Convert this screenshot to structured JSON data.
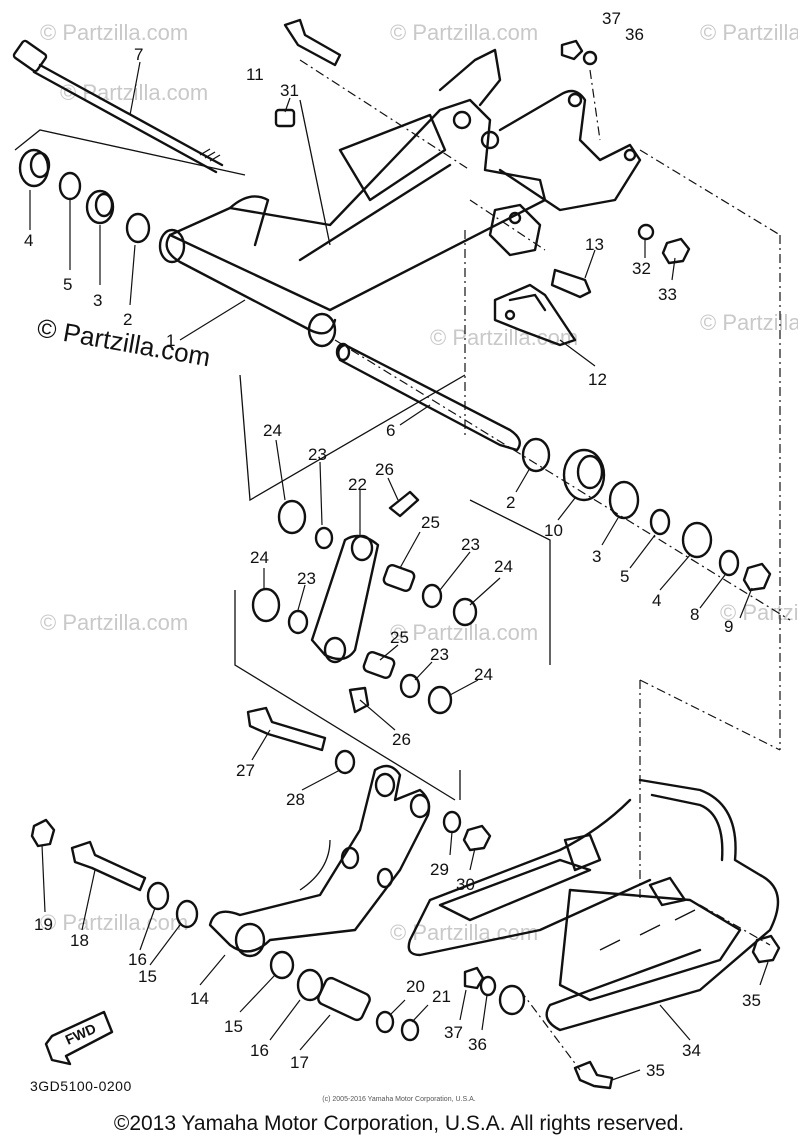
{
  "watermark": {
    "big_copy": "© Partzilla.com",
    "repeat": "© Partzilla.com"
  },
  "diagram_code": "3GD5100-0200",
  "small_copyright": "(c) 2005-2016 Yamaha Motor Corporation, U.S.A.",
  "copyright": "©2013 Yamaha Motor Corporation, U.S.A. All rights reserved.",
  "fwd_label": "FWD",
  "callouts": [
    {
      "id": "c37a",
      "text": "37"
    },
    {
      "id": "c36a",
      "text": "36"
    },
    {
      "id": "c7",
      "text": "7"
    },
    {
      "id": "c11",
      "text": "11"
    },
    {
      "id": "c31",
      "text": "31"
    },
    {
      "id": "c4a",
      "text": "4"
    },
    {
      "id": "c5a",
      "text": "5"
    },
    {
      "id": "c3a",
      "text": "3"
    },
    {
      "id": "c2a",
      "text": "2"
    },
    {
      "id": "c1",
      "text": "1"
    },
    {
      "id": "c13",
      "text": "13"
    },
    {
      "id": "c32",
      "text": "32"
    },
    {
      "id": "c33",
      "text": "33"
    },
    {
      "id": "c12",
      "text": "12"
    },
    {
      "id": "c6",
      "text": "6"
    },
    {
      "id": "c24a",
      "text": "24"
    },
    {
      "id": "c23a",
      "text": "23"
    },
    {
      "id": "c26a",
      "text": "26"
    },
    {
      "id": "c22",
      "text": "22"
    },
    {
      "id": "c25a",
      "text": "25"
    },
    {
      "id": "c23b",
      "text": "23"
    },
    {
      "id": "c24b",
      "text": "24"
    },
    {
      "id": "c23c",
      "text": "23"
    },
    {
      "id": "c24c",
      "text": "24"
    },
    {
      "id": "c25b",
      "text": "25"
    },
    {
      "id": "c23d",
      "text": "23"
    },
    {
      "id": "c24d",
      "text": "24"
    },
    {
      "id": "c26b",
      "text": "26"
    },
    {
      "id": "c2b",
      "text": "2"
    },
    {
      "id": "c10",
      "text": "10"
    },
    {
      "id": "c3b",
      "text": "3"
    },
    {
      "id": "c5b",
      "text": "5"
    },
    {
      "id": "c4b",
      "text": "4"
    },
    {
      "id": "c8",
      "text": "8"
    },
    {
      "id": "c9",
      "text": "9"
    },
    {
      "id": "c27",
      "text": "27"
    },
    {
      "id": "c28",
      "text": "28"
    },
    {
      "id": "c19",
      "text": "19"
    },
    {
      "id": "c18",
      "text": "18"
    },
    {
      "id": "c16a",
      "text": "16"
    },
    {
      "id": "c15a",
      "text": "15"
    },
    {
      "id": "c14",
      "text": "14"
    },
    {
      "id": "c15b",
      "text": "15"
    },
    {
      "id": "c16b",
      "text": "16"
    },
    {
      "id": "c17",
      "text": "17"
    },
    {
      "id": "c29",
      "text": "29"
    },
    {
      "id": "c30",
      "text": "30"
    },
    {
      "id": "c20",
      "text": "20"
    },
    {
      "id": "c21",
      "text": "21"
    },
    {
      "id": "c37b",
      "text": "37"
    },
    {
      "id": "c36b",
      "text": "36"
    },
    {
      "id": "c34",
      "text": "34"
    },
    {
      "id": "c35a",
      "text": "35"
    },
    {
      "id": "c35b",
      "text": "35"
    }
  ]
}
